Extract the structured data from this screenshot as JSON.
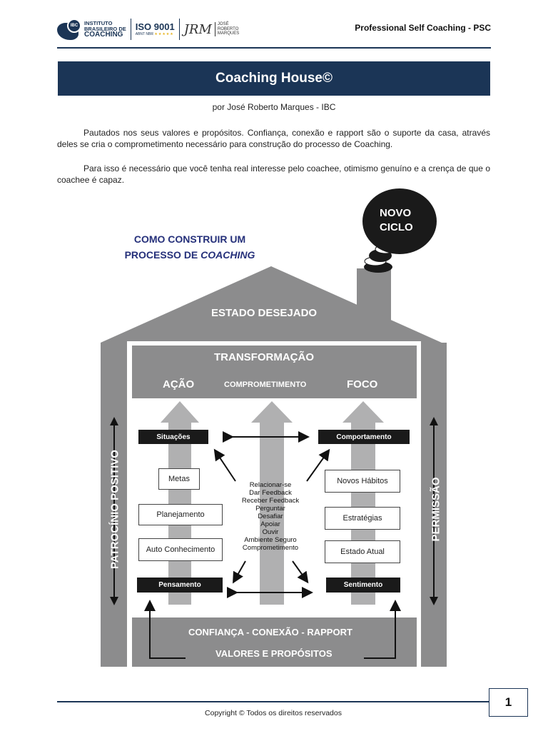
{
  "header": {
    "ibc_badge": "IBC",
    "ibc_line1": "INSTITUTO",
    "ibc_line2": "BRASILEIRO DE",
    "ibc_line3": "COACHING",
    "iso_title": "ISO 9001",
    "iso_sub": "ABNT NBR",
    "iso_stars": "★★★★★",
    "jrm_mark": "JRM",
    "jrm_line1": "JOSÉ",
    "jrm_line2": "ROBERTO",
    "jrm_line3": "MARQUES",
    "title": "Professional Self Coaching - PSC"
  },
  "document": {
    "title": "Coaching House©",
    "byline": "por José Roberto Marques - IBC",
    "paragraph1": "Pautados nos seus valores e propósitos. Confiança, conexão e rapport são o suporte da casa, através deles se cria o comprometimento necessário para construção do processo de Coaching.",
    "paragraph2": "Para isso é necessário que você tenha real interesse pelo coachee, otimismo genuíno e a crença de que o coachee é capaz."
  },
  "diagram": {
    "smoke_line1": "NOVO",
    "smoke_line2": "CICLO",
    "heading_line1": "COMO CONSTRUIR UM",
    "heading_line2_prefix": "PROCESSO DE ",
    "heading_line2_emph": "COACHING",
    "roof_label": "ESTADO DESEJADO",
    "top_label": "TRANSFORMAÇÃO",
    "col_left": "AÇÃO",
    "col_center": "COMPROMETIMENTO",
    "col_right": "FOCO",
    "left_wall": "PATROCÍNIO POSITIVO",
    "right_wall": "PERMISSÃO",
    "black_situacoes": "Situações",
    "black_comportamento": "Comportamento",
    "black_pensamento": "Pensamento",
    "black_sentimento": "Sentimento",
    "left_boxes": [
      "Metas",
      "Planejamento",
      "Auto Conhecimento"
    ],
    "right_boxes": [
      "Novos Hábitos",
      "Estratégias",
      "Estado Atual"
    ],
    "center_list": [
      "Relacionar-se",
      "Dar Feedback",
      "Receber Feedback",
      "Perguntar",
      "Desafiar",
      "Apoiar",
      "Ouvir",
      "Ambiente Seguro",
      "Comprometimento"
    ],
    "base_line1": "CONFIANÇA - CONEXÃO - RAPPORT",
    "base_line2": "VALORES E PROPÓSITOS",
    "colors": {
      "house": "#8c8c8d",
      "house_light": "#a5a5a6",
      "arrow": "#b0b0b1",
      "title_blue": "#25307a",
      "navy": "#1b3556"
    }
  },
  "footer": {
    "copyright": "Copyright © Todos os direitos reservados",
    "page_number": "1"
  }
}
